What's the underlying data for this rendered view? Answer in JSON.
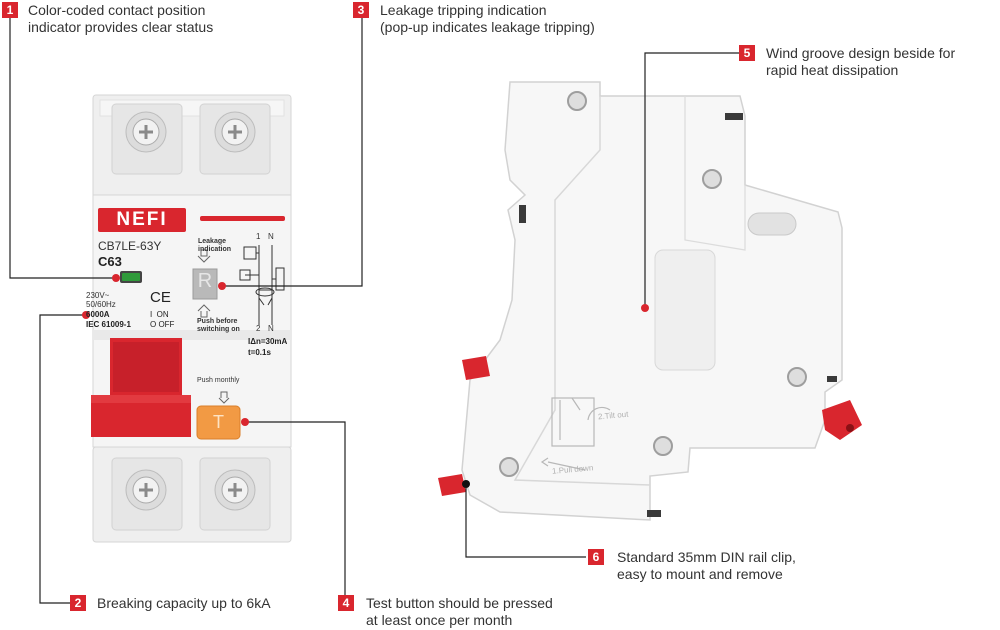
{
  "callouts": [
    {
      "num": "1",
      "line1": "Color-coded contact position",
      "line2": "indicator provides clear status"
    },
    {
      "num": "2",
      "line1": "Breaking capacity up to 6kA",
      "line2": ""
    },
    {
      "num": "3",
      "line1": "Leakage tripping indication",
      "line2": "(pop-up indicates leakage tripping)"
    },
    {
      "num": "4",
      "line1": "Test button should be pressed",
      "line2": "at least once per month"
    },
    {
      "num": "5",
      "line1": "Wind groove design beside for",
      "line2": "rapid heat dissipation"
    },
    {
      "num": "6",
      "line1": "Standard 35mm DIN rail clip,",
      "line2": "easy to mount and remove"
    }
  ],
  "device": {
    "brand": "NEFI",
    "model": "CB7LE-63Y",
    "rating": "C63",
    "voltage": "230V~",
    "frequency": "50/60Hz",
    "capacity": "6000A",
    "standard": "IEC 61009-1",
    "on_label": "I  ON",
    "off_label": "O OFF",
    "leak_label1": "Leakage",
    "leak_label2": "indication",
    "reset_letter": "R",
    "push_label1": "Push before",
    "push_label2": "switching on",
    "push_monthly": "Push monthly",
    "test_letter": "T",
    "pole1": "1",
    "pole_n": "N",
    "pole2": "2",
    "pole_n2": "N",
    "idn": "IΔn=30mA",
    "time": "t=0.1s",
    "ce_mark": "CE"
  },
  "back_view": {
    "tilt_label": "2.Tilt out",
    "pull_label": "1.Pull down"
  },
  "colors": {
    "accent": "#d9262e",
    "handle": "#d9262e",
    "test_button": "#f29a44",
    "indicator": "#2f9a3a",
    "body": "#f4f4f4"
  }
}
